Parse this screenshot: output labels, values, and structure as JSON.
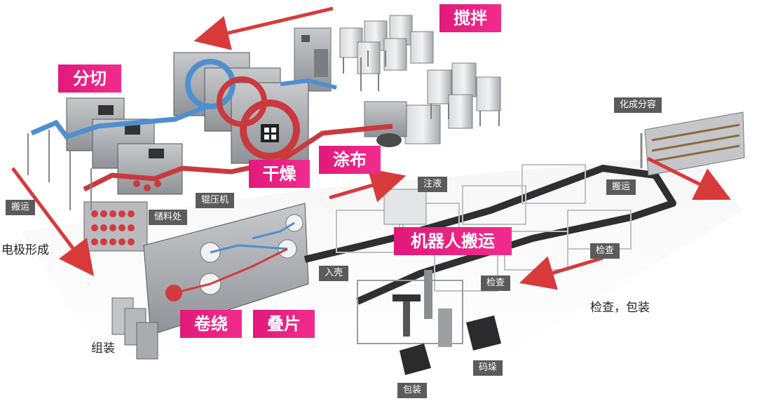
{
  "stages": {
    "stir": "搅拌",
    "slit": "分切",
    "dry": "干燥",
    "coat": "涂布",
    "robot": "机器人搬运",
    "wind": "卷绕",
    "stack": "叠片"
  },
  "labels": {
    "formation": "化成分容",
    "carry_left": "搬运",
    "storage": "储料处",
    "roller_press": "辊压机",
    "inject": "注液",
    "carry_right": "搬运",
    "case_insert": "入壳",
    "inspect_1": "检查",
    "inspect_2": "检查",
    "pack": "包装",
    "palletize": "码垛"
  },
  "texts": {
    "electrode": "电极形成",
    "assembly": "组装",
    "check_pack": "检查，包装"
  },
  "colors": {
    "accent_pink": "#e8167e",
    "arrow_red": "#d8393b",
    "label_gray": "#5b5b5b",
    "coating_red": "#c9393d",
    "coating_blue": "#4f8fd0",
    "machine_gray": "#a7a9ad"
  }
}
